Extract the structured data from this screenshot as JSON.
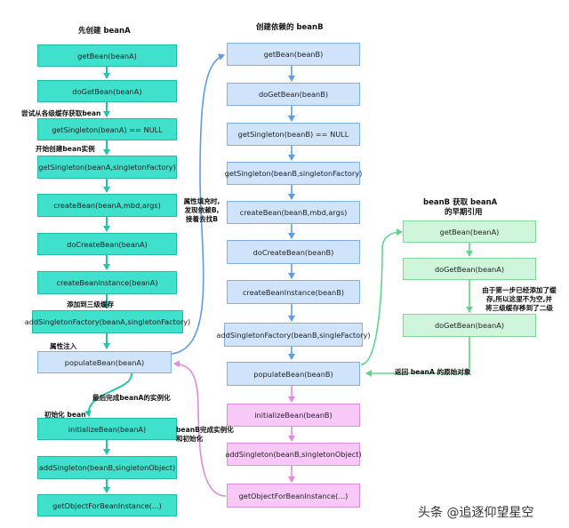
{
  "titles": {
    "col_a": "先创建 beanA",
    "col_b": "创建依赖的 beanB",
    "col_c_line1": "beanB 获取 beanA",
    "col_c_line2": "的早期引用"
  },
  "col_a": {
    "getbean": "getBean(beanA)",
    "dogetbean": "doGetBean(beanA)",
    "getsingleton_null": "getSingleton(beanA) == NULL",
    "getsingleton_factory": "getSingleton(beanA,singletonFactory)",
    "createbean": "createBean(beanA,mbd,args)",
    "docreatebean": "doCreateBean(beanA)",
    "createbeaninstance": "createBeanInstance(beanA)",
    "addsingletonfactory": "addSingletonFactory(beanA,singletonFactory)",
    "populatebean": "populateBean(beanA)",
    "initializebean": "initializeBean(beanA)",
    "addsingleton": "addSingleton(beanB,singletonObject)",
    "getobjectforbeaninstance": "getObjectForBeanInstance(...)"
  },
  "col_b": {
    "getbean": "getBean(beanB)",
    "dogetbean": "doGetBean(beanB)",
    "getsingleton_null": "getSingleton(beanB) == NULL",
    "getsingleton_factory": "getSingleton(beanB,singletonFactory)",
    "createbean": "createBean(beanB,mbd,args)",
    "docreatebean": "doCreateBean(beanB)",
    "createbeaninstance": "createBeanInstance(beanB)",
    "addsingletonfactory": "addSingletonFactory(beanB,singleFactory)",
    "populatebean": "populateBean(beanB)",
    "initializebean": "initializeBean(beanB)",
    "addsingleton": "addSingleton(beanB,singletonObject)",
    "getobjectforbeaninstance": "getObjectForBeanInstance(...)"
  },
  "col_c": {
    "getbean": "getBean(beanA)",
    "dogetbean_1": "doGetBean(beanA)",
    "dogetbean_2": "doGetBean(beanA)"
  },
  "notes": {
    "try_cache": "尝试从各级缓存获取bean",
    "start_create": "开始创建bean实例",
    "add_third_cache": "添加到三级缓存",
    "property_inject": "属性注入",
    "finish_a": "最后完成beanA的实例化",
    "init_bean": "初始化 bean",
    "fill_property_1": "属性填充时,",
    "fill_property_2": "发现依赖B,",
    "fill_property_3": "接着去找B",
    "b_done_1": "beanB完成实例化",
    "b_done_2": "和初始化",
    "cache_moved_1": "由于第一步已经添加了缓",
    "cache_moved_2": "存,所以这里不为空,并",
    "cache_moved_3": "将三级缓存移到了二级",
    "return_a": "返回 beanA 的原始对象"
  },
  "watermark": "头条 @追逐仰望星空"
}
